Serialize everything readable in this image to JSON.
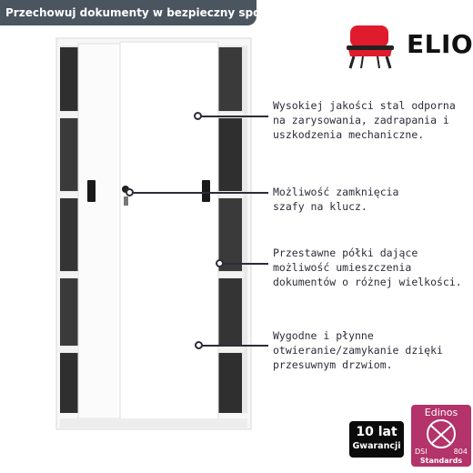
{
  "banner": {
    "text": "Przechowuj dokumenty w bezpieczny sposób!"
  },
  "brand": {
    "name": "ELIOR",
    "accent_color": "#e01b2e"
  },
  "features": [
    {
      "lines": [
        "Wysokiej jakości stal odporna",
        "na zarysowania, zadrapania i",
        "uszkodzenia mechaniczne."
      ]
    },
    {
      "lines": [
        "Możliwość zamknięcia",
        "szafy na klucz."
      ]
    },
    {
      "lines": [
        "Przestawne półki dające",
        "możliwość umieszczenia",
        "dokumentów o różnej wielkości."
      ]
    },
    {
      "lines": [
        "Wygodne i płynne",
        "otwieranie/zamykanie dzięki",
        "przesuwnym drzwiom."
      ]
    }
  ],
  "badges": {
    "warranty": {
      "top": "10 lat",
      "bottom": "Gwarancji"
    },
    "standard": {
      "brand": "Edinos",
      "left_code": "DSI",
      "number": "804",
      "label": "Standards",
      "color": "#b3336a"
    }
  }
}
